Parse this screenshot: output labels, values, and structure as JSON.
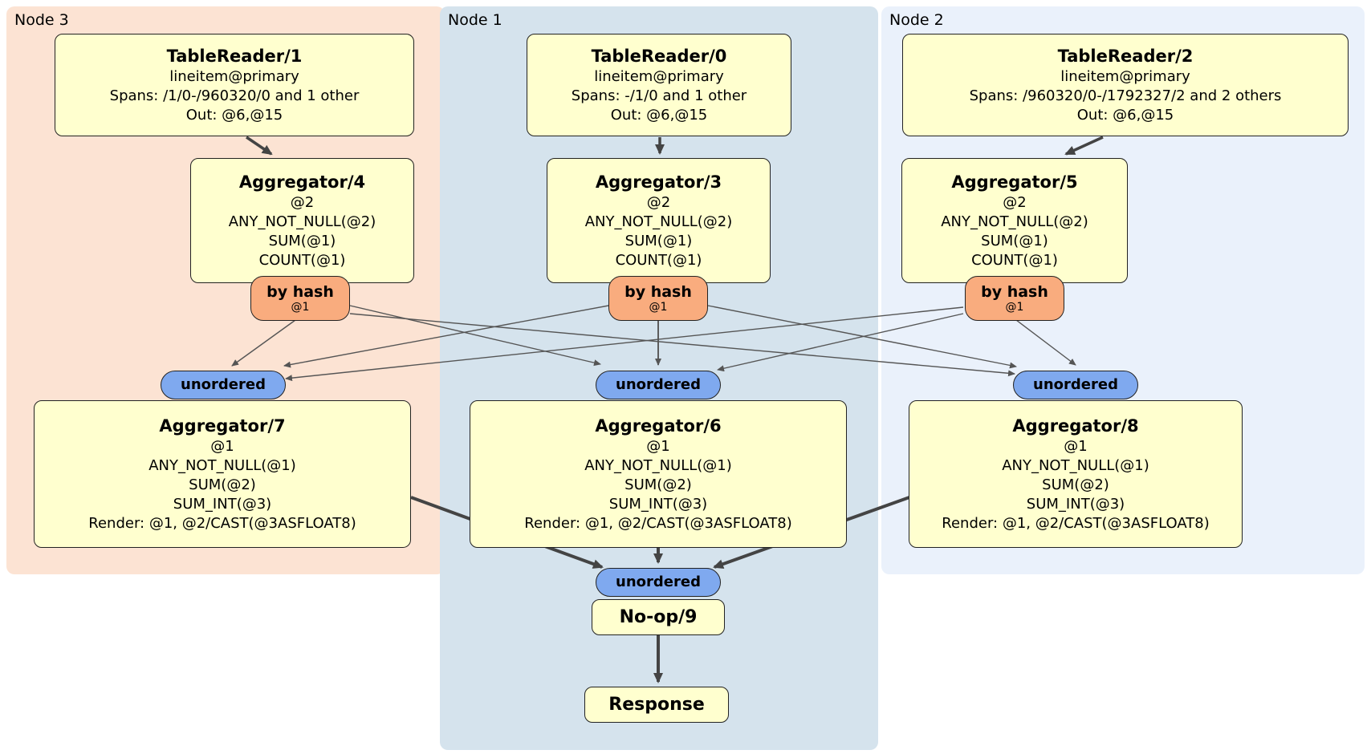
{
  "diagram": {
    "panels": [
      {
        "label": "Node 3"
      },
      {
        "label": "Node 1"
      },
      {
        "label": "Node 2"
      }
    ],
    "badge_labels": {
      "by_hash": "by hash",
      "hash_sub": "@1",
      "unordered": "unordered"
    },
    "nodes": {
      "tablereader1": {
        "title": "TableReader/1",
        "lines": [
          "lineitem@primary",
          "Spans: /1/0-/960320/0 and 1 other",
          "Out: @6,@15"
        ]
      },
      "tablereader0": {
        "title": "TableReader/0",
        "lines": [
          "lineitem@primary",
          "Spans: -/1/0 and 1 other",
          "Out: @6,@15"
        ]
      },
      "tablereader2": {
        "title": "TableReader/2",
        "lines": [
          "lineitem@primary",
          "Spans: /960320/0-/1792327/2 and 2 others",
          "Out: @6,@15"
        ]
      },
      "aggregator4": {
        "title": "Aggregator/4",
        "lines": [
          "@2",
          "ANY_NOT_NULL(@2)",
          "SUM(@1)",
          "COUNT(@1)"
        ]
      },
      "aggregator3": {
        "title": "Aggregator/3",
        "lines": [
          "@2",
          "ANY_NOT_NULL(@2)",
          "SUM(@1)",
          "COUNT(@1)"
        ]
      },
      "aggregator5": {
        "title": "Aggregator/5",
        "lines": [
          "@2",
          "ANY_NOT_NULL(@2)",
          "SUM(@1)",
          "COUNT(@1)"
        ]
      },
      "aggregator7": {
        "title": "Aggregator/7",
        "lines": [
          "@1",
          "ANY_NOT_NULL(@1)",
          "SUM(@2)",
          "SUM_INT(@3)",
          "Render: @1, @2/CAST(@3ASFLOAT8)"
        ]
      },
      "aggregator6": {
        "title": "Aggregator/6",
        "lines": [
          "@1",
          "ANY_NOT_NULL(@1)",
          "SUM(@2)",
          "SUM_INT(@3)",
          "Render: @1, @2/CAST(@3ASFLOAT8)"
        ]
      },
      "aggregator8": {
        "title": "Aggregator/8",
        "lines": [
          "@1",
          "ANY_NOT_NULL(@1)",
          "SUM(@2)",
          "SUM_INT(@3)",
          "Render: @1, @2/CAST(@3ASFLOAT8)"
        ]
      },
      "noop": {
        "title": "No-op/9"
      },
      "response": {
        "title": "Response"
      }
    },
    "colors": {
      "panel_node3": "#fce3d3",
      "panel_node1": "#d5e3ed",
      "panel_node2": "#eaf1fb",
      "node_fill": "#ffffcf",
      "hash_badge": "#f9ac7e",
      "unordered_badge": "#7fa9ef",
      "edge_thick": "#444444",
      "edge_thin": "#555555"
    }
  }
}
